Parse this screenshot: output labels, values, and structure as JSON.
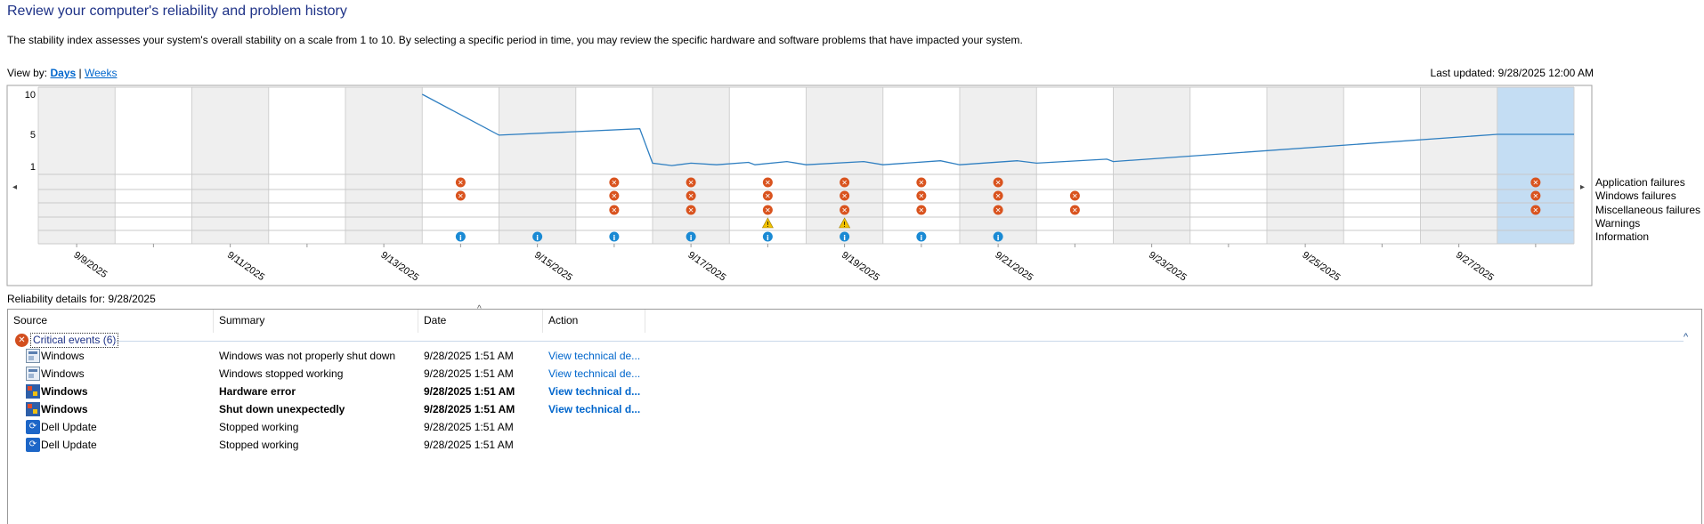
{
  "header": {
    "title": "Review your computer's reliability and problem history",
    "description": "The stability index assesses your system's overall stability on a scale from 1 to 10. By selecting a specific period in time, you may review the specific hardware and software problems that have impacted your system.",
    "view_by_label": "View by:",
    "view_days": "Days",
    "view_sep": "|",
    "view_weeks": "Weeks",
    "last_updated": "Last updated: 9/28/2025 12:00 AM"
  },
  "chart_data": {
    "type": "line",
    "y_ticks": [
      "10",
      "5",
      "1"
    ],
    "ylim": [
      1,
      10
    ],
    "days": [
      "9/9/2025",
      "9/10/2025",
      "9/11/2025",
      "9/12/2025",
      "9/13/2025",
      "9/14/2025",
      "9/15/2025",
      "9/16/2025",
      "9/17/2025",
      "9/18/2025",
      "9/19/2025",
      "9/20/2025",
      "9/21/2025",
      "9/22/2025",
      "9/23/2025",
      "9/24/2025",
      "9/25/2025",
      "9/26/2025",
      "9/27/2025",
      "9/28/2025"
    ],
    "x_tick_labels": [
      "9/9/2025",
      "9/11/2025",
      "9/13/2025",
      "9/15/2025",
      "9/17/2025",
      "9/19/2025",
      "9/21/2025",
      "9/23/2025",
      "9/25/2025",
      "9/27/2025"
    ],
    "selected_day": "9/28/2025",
    "stability_index": [
      {
        "x": "9/14/2025 00:00",
        "y": 10
      },
      {
        "x": "9/15/2025 00:00",
        "y": 4.9
      },
      {
        "x": "9/16/2025 20:00",
        "y": 5.7
      },
      {
        "x": "9/17/2025 00:00",
        "y": 1.4
      },
      {
        "x": "9/17/2025 06:00",
        "y": 1.1
      },
      {
        "x": "9/17/2025 12:00",
        "y": 1.4
      },
      {
        "x": "9/17/2025 20:00",
        "y": 1.2
      },
      {
        "x": "9/18/2025 06:00",
        "y": 1.5
      },
      {
        "x": "9/18/2025 08:00",
        "y": 1.2
      },
      {
        "x": "9/18/2025 18:00",
        "y": 1.6
      },
      {
        "x": "9/19/2025 00:00",
        "y": 1.2
      },
      {
        "x": "9/19/2025 18:00",
        "y": 1.6
      },
      {
        "x": "9/20/2025 00:00",
        "y": 1.2
      },
      {
        "x": "9/20/2025 18:00",
        "y": 1.7
      },
      {
        "x": "9/21/2025 00:00",
        "y": 1.2
      },
      {
        "x": "9/21/2025 18:00",
        "y": 1.7
      },
      {
        "x": "9/22/2025 00:00",
        "y": 1.4
      },
      {
        "x": "9/22/2025 22:00",
        "y": 1.9
      },
      {
        "x": "9/23/2025 00:00",
        "y": 1.6
      },
      {
        "x": "9/28/2025 00:00",
        "y": 5
      },
      {
        "x": "9/29/2025 00:00",
        "y": 5
      }
    ],
    "rows": [
      {
        "name": "Application failures",
        "marker": "error",
        "days": [
          "9/14/2025",
          "9/16/2025",
          "9/17/2025",
          "9/18/2025",
          "9/19/2025",
          "9/20/2025",
          "9/21/2025",
          "9/28/2025"
        ]
      },
      {
        "name": "Windows failures",
        "marker": "error",
        "days": [
          "9/14/2025",
          "9/16/2025",
          "9/17/2025",
          "9/18/2025",
          "9/19/2025",
          "9/20/2025",
          "9/21/2025",
          "9/22/2025",
          "9/28/2025"
        ]
      },
      {
        "name": "Miscellaneous failures",
        "marker": "error",
        "days": [
          "9/16/2025",
          "9/17/2025",
          "9/18/2025",
          "9/19/2025",
          "9/20/2025",
          "9/21/2025",
          "9/22/2025",
          "9/28/2025"
        ]
      },
      {
        "name": "Warnings",
        "marker": "warning",
        "days": [
          "9/18/2025",
          "9/19/2025"
        ]
      },
      {
        "name": "Information",
        "marker": "info",
        "days": [
          "9/14/2025",
          "9/15/2025",
          "9/16/2025",
          "9/17/2025",
          "9/18/2025",
          "9/19/2025",
          "9/20/2025",
          "9/21/2025"
        ]
      }
    ]
  },
  "details": {
    "label": "Reliability details for: 9/28/2025",
    "columns": [
      "Source",
      "Summary",
      "Date",
      "Action"
    ],
    "group_label": "Critical events (6)",
    "group_collapse": "^",
    "rows": [
      {
        "icon": "windows-icon",
        "source": "Windows",
        "summary": "Windows was not properly shut down",
        "date": "9/28/2025 1:51 AM",
        "action": "View technical de...",
        "bold": false
      },
      {
        "icon": "windows-icon",
        "source": "Windows",
        "summary": "Windows stopped working",
        "date": "9/28/2025 1:51 AM",
        "action": "View technical de...",
        "bold": false
      },
      {
        "icon": "windows-shield-icon",
        "source": "Windows",
        "summary": "Hardware error",
        "date": "9/28/2025 1:51 AM",
        "action": "View technical d...",
        "bold": true
      },
      {
        "icon": "windows-shield-icon",
        "source": "Windows",
        "summary": "Shut down unexpectedly",
        "date": "9/28/2025 1:51 AM",
        "action": "View technical d...",
        "bold": true
      },
      {
        "icon": "dell-update-icon",
        "source": "Dell Update",
        "summary": "Stopped working",
        "date": "9/28/2025 1:51 AM",
        "action": "",
        "bold": false
      },
      {
        "icon": "dell-update-icon",
        "source": "Dell Update",
        "summary": "Stopped working",
        "date": "9/28/2025 1:51 AM",
        "action": "",
        "bold": false
      }
    ]
  }
}
